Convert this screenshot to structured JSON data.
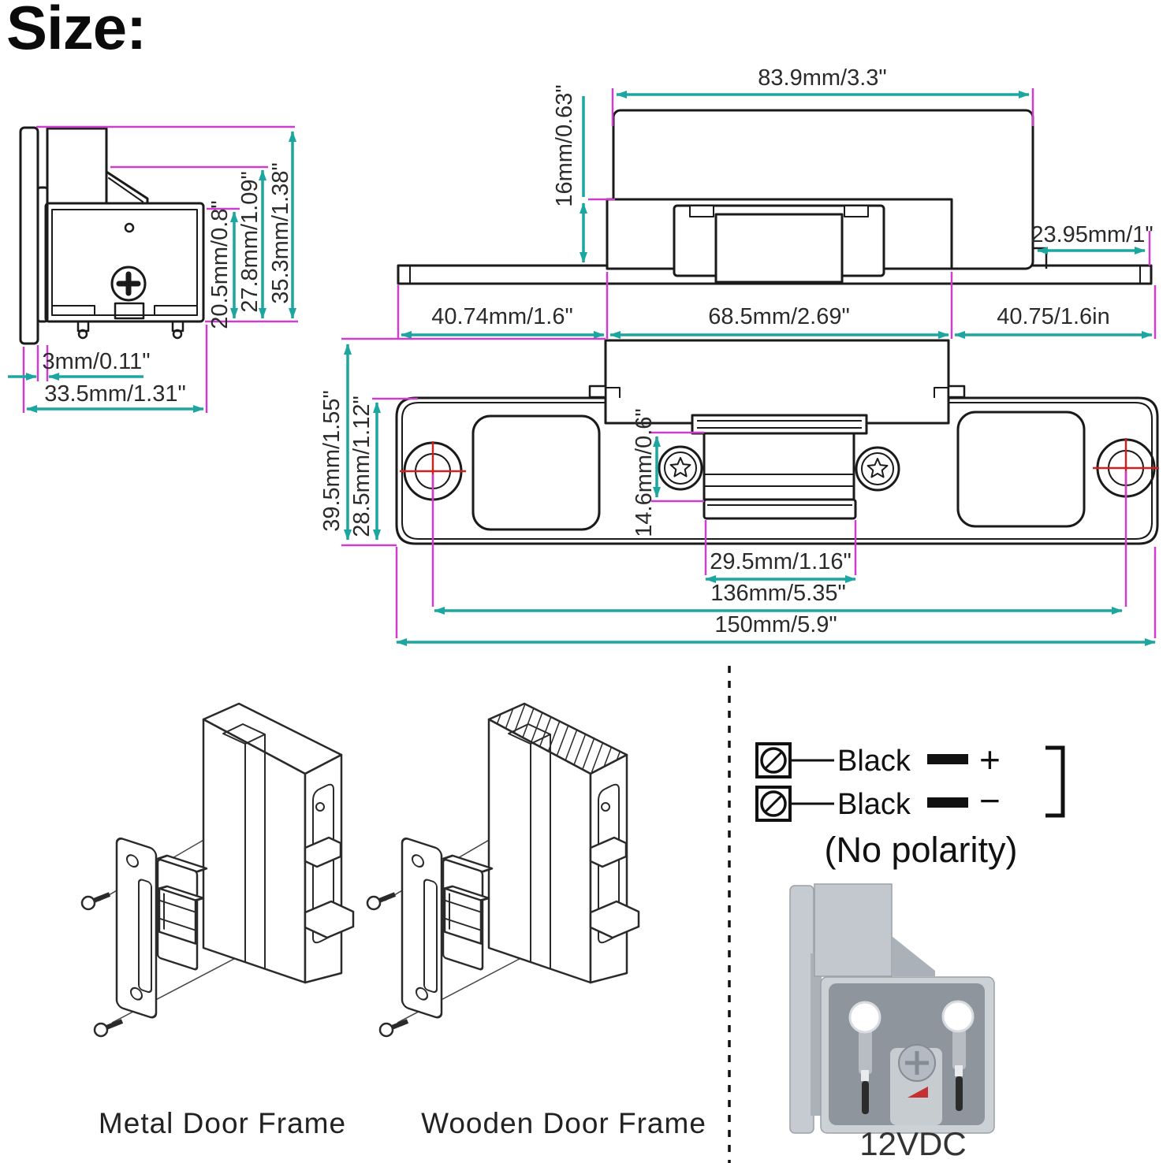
{
  "title": "Size:",
  "colors": {
    "dimension": "#1ba6a0",
    "extension": "#cc3ecc",
    "line": "#1a1a1a",
    "crosshair": "#cc2222"
  },
  "side_view": {
    "d_depth_upper": "20.5mm/0.8\"",
    "d_depth_mid": "27.8mm/1.09\"",
    "d_depth_full": "35.3mm/1.38\"",
    "d_plate_thickness": "3mm/0.11\"",
    "d_total_depth": "33.5mm/1.31\""
  },
  "top_view": {
    "d_body_width": "83.9mm/3.3\"",
    "d_body_depth": "16mm/0.63\"",
    "d_right_offset": "23.95mm/1\"",
    "d_left_wing": "40.74mm/1.6\"",
    "d_center_width": "68.5mm/2.69\"",
    "d_right_wing": "40.75/1.6in"
  },
  "front_view": {
    "d_height_body": "39.5mm/1.55\"",
    "d_height_plate": "28.5mm/1.12\"",
    "d_keeper_height": "14.6mm/0.6\"",
    "d_keeper_width": "29.5mm/1.16\"",
    "d_hole_spacing": "136mm/5.35\"",
    "d_plate_length": "150mm/5.9\""
  },
  "installation": {
    "metal_label": "Metal Door Frame",
    "wooden_label": "Wooden Door Frame"
  },
  "wiring": {
    "terminal1_wire": "Black",
    "terminal2_wire": "Black",
    "positive": "+",
    "negative": "−",
    "polarity_note": "(No polarity)",
    "voltage_label": "12VDC"
  }
}
